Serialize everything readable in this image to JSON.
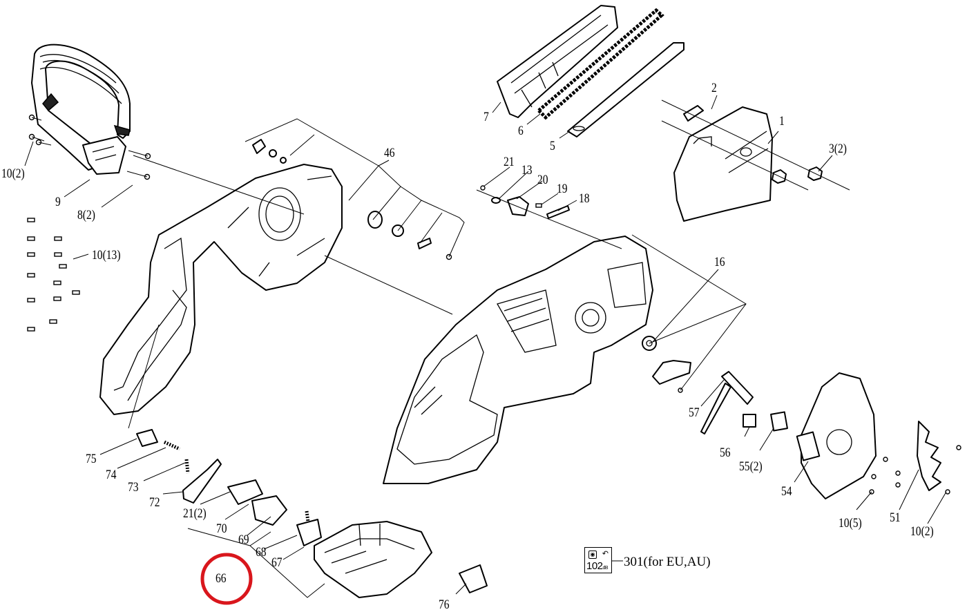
{
  "labels": {
    "p1": "1",
    "p2": "2",
    "p3": "3(2)",
    "p5": "5",
    "p6": "6",
    "p7": "7",
    "p8": "8(2)",
    "p9": "9",
    "p10a": "10(2)",
    "p10b": "10(13)",
    "p10c": "10(5)",
    "p10d": "10(2)",
    "p13": "13",
    "p16": "16",
    "p18": "18",
    "p19": "19",
    "p20": "20",
    "p21a": "21",
    "p21b": "21(2)",
    "p46": "46",
    "p51": "51",
    "p54": "54",
    "p55": "55(2)",
    "p56": "56",
    "p57": "57",
    "p66": "66",
    "p67": "67",
    "p68": "68",
    "p69": "69",
    "p70": "70",
    "p72": "72",
    "p73": "73",
    "p74": "74",
    "p75": "75",
    "p76": "76",
    "p301": "301(for EU,AU)"
  },
  "badge": {
    "value": "102",
    "unit": "dB"
  },
  "highlight_color": "#d9161c"
}
